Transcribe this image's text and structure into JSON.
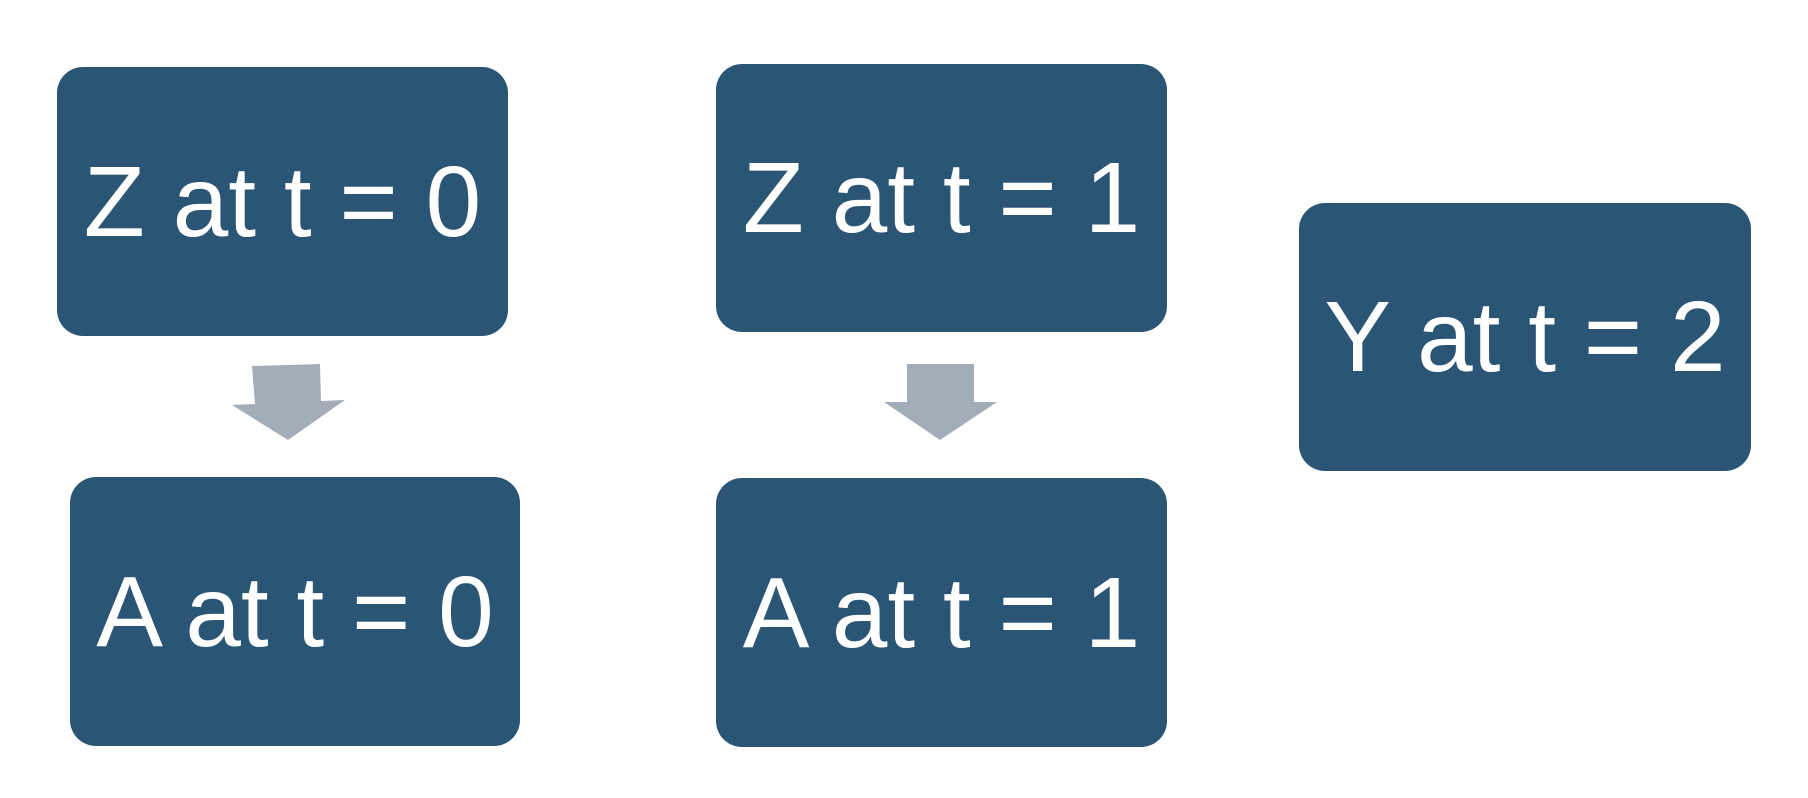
{
  "diagram": {
    "nodes": [
      {
        "id": "z0",
        "label": "Z at t = 0"
      },
      {
        "id": "z1",
        "label": "Z at t = 1"
      },
      {
        "id": "y2",
        "label": "Y at t = 2"
      },
      {
        "id": "a0",
        "label": "A at t = 0"
      },
      {
        "id": "a1",
        "label": "A at t = 1"
      }
    ],
    "edges": [
      {
        "from": "z0",
        "to": "a0"
      },
      {
        "from": "z1",
        "to": "a1"
      }
    ]
  },
  "colors": {
    "node_fill": "#2b5574",
    "node_text": "#ffffff",
    "arrow_fill": "#a3adb7",
    "background": "#ffffff"
  }
}
